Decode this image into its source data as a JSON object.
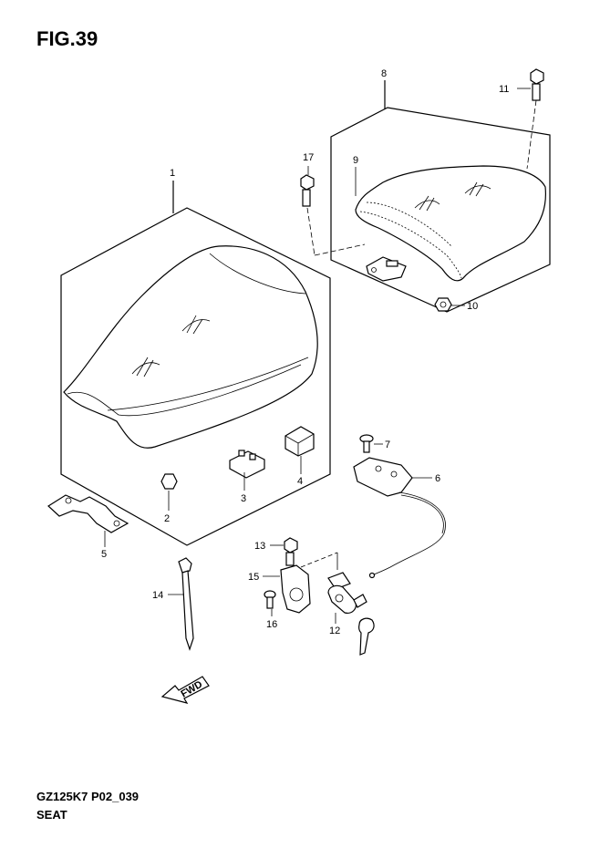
{
  "figure": {
    "title": "FIG.39",
    "model_code": "GZ125K7 P02_039",
    "section_name": "SEAT",
    "fwd_label": "FWD"
  },
  "callouts": [
    "1",
    "2",
    "3",
    "4",
    "5",
    "6",
    "7",
    "8",
    "9",
    "10",
    "11",
    "12",
    "13",
    "14",
    "15",
    "16",
    "17"
  ]
}
